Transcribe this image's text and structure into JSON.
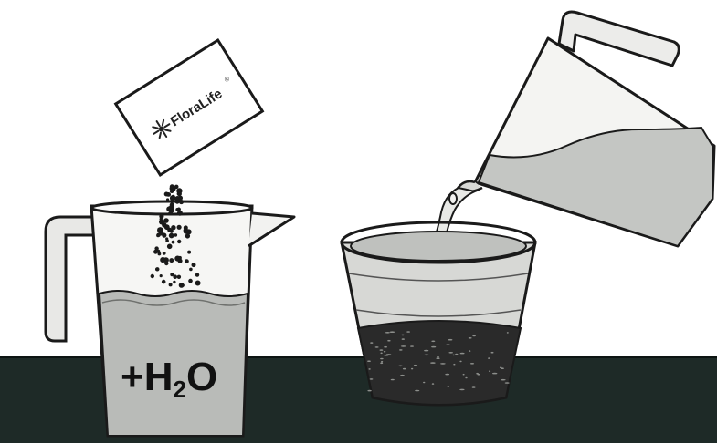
{
  "packet": {
    "brand": "FloraLife",
    "reg_mark": "®",
    "logo": "starburst-icon"
  },
  "pitcher_label": {
    "prefix": "+H",
    "subscript": "2",
    "suffix": "O"
  },
  "colors": {
    "counter": "#1e2a27",
    "liquid": "#b9bbb8",
    "outline": "#1a1a1a",
    "soil": "#2a2a2a",
    "background": "#ffffff"
  }
}
